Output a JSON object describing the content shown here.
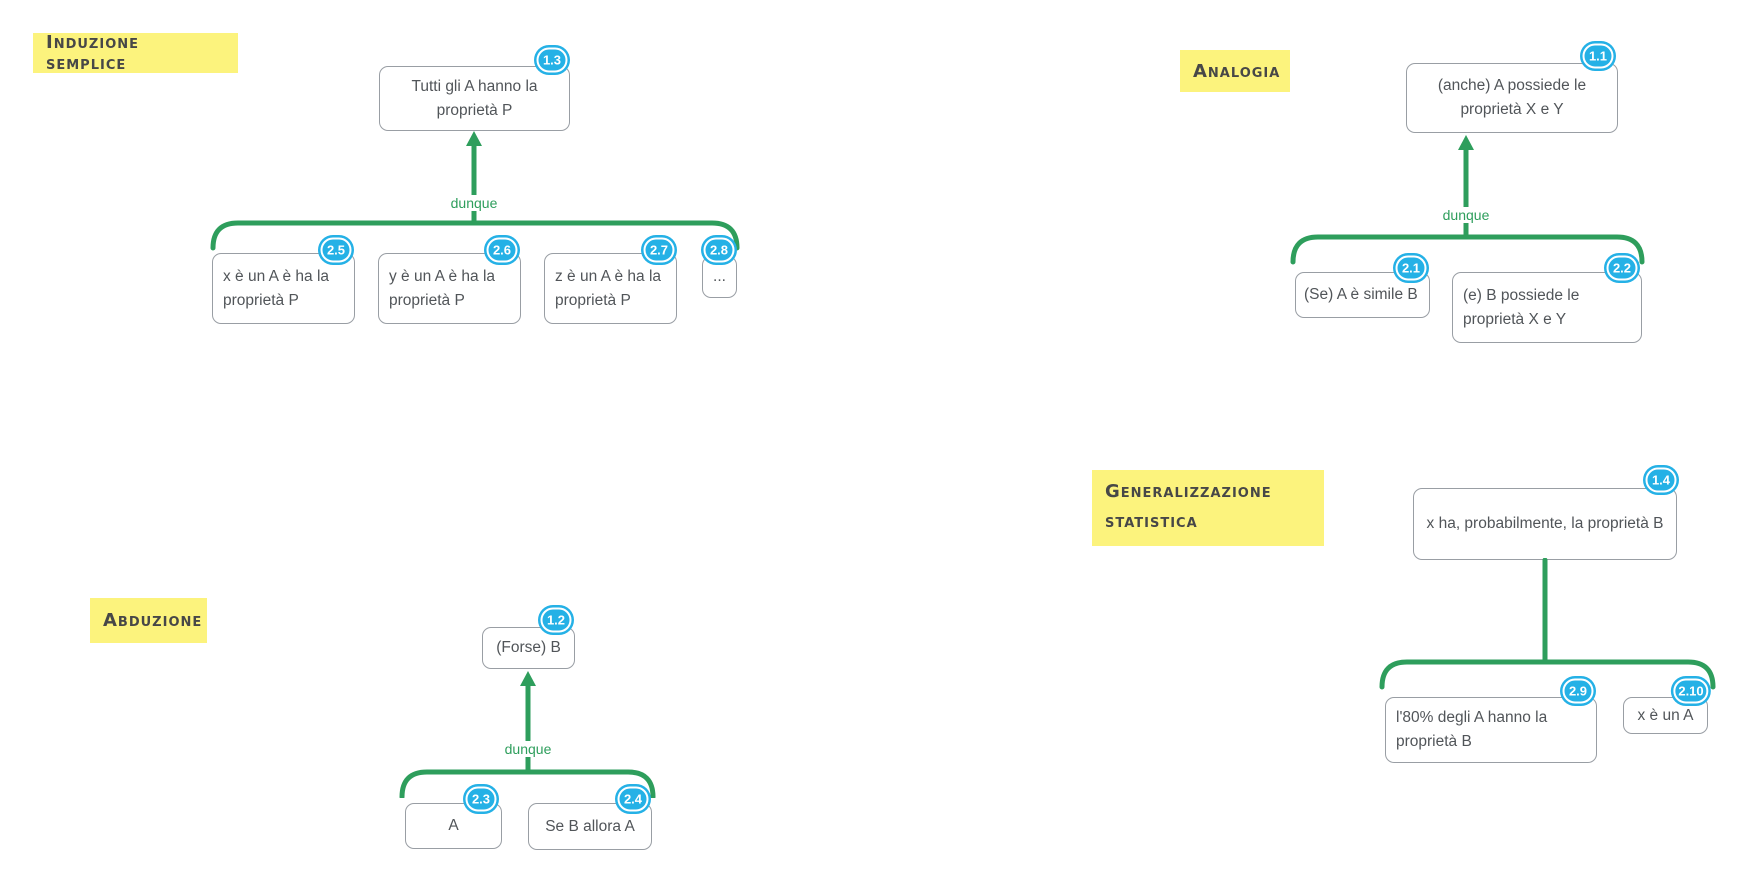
{
  "diagram": {
    "colors": {
      "connector_green": "#2e9e5c",
      "badge_blue": "#25b1e6",
      "label_yellow": "#fcf37d",
      "box_border": "#999ea4"
    },
    "groups": [
      {
        "label": "Induzione semplice",
        "connector_label": "dunque",
        "conclusion": {
          "badge": "1.3",
          "text": "Tutti gli A hanno la proprietà P"
        },
        "premises": [
          {
            "badge": "2.5",
            "text": "x è un A è ha la proprietà P"
          },
          {
            "badge": "2.6",
            "text": "y è un A è ha la proprietà P"
          },
          {
            "badge": "2.7",
            "text": "z è un A è ha la proprietà P"
          },
          {
            "badge": "2.8",
            "text": "..."
          }
        ]
      },
      {
        "label": "Analogia",
        "connector_label": "dunque",
        "conclusion": {
          "badge": "1.1",
          "text": "(anche) A possiede le proprietà X e Y"
        },
        "premises": [
          {
            "badge": "2.1",
            "text": "(Se) A è simile B"
          },
          {
            "badge": "2.2",
            "text": "(e) B possiede le proprietà X e Y"
          }
        ]
      },
      {
        "label": "Abduzione",
        "connector_label": "dunque",
        "conclusion": {
          "badge": "1.2",
          "text": "(Forse) B"
        },
        "premises": [
          {
            "badge": "2.3",
            "text": "A"
          },
          {
            "badge": "2.4",
            "text": "Se B allora A"
          }
        ]
      },
      {
        "label": "Generalizzazione statistica",
        "connector_label": "",
        "conclusion": {
          "badge": "1.4",
          "text": "x ha, probabilmente, la proprietà B"
        },
        "premises": [
          {
            "badge": "2.9",
            "text": "l'80% degli A hanno la proprietà B"
          },
          {
            "badge": "2.10",
            "text": "x è un A"
          }
        ]
      }
    ]
  }
}
